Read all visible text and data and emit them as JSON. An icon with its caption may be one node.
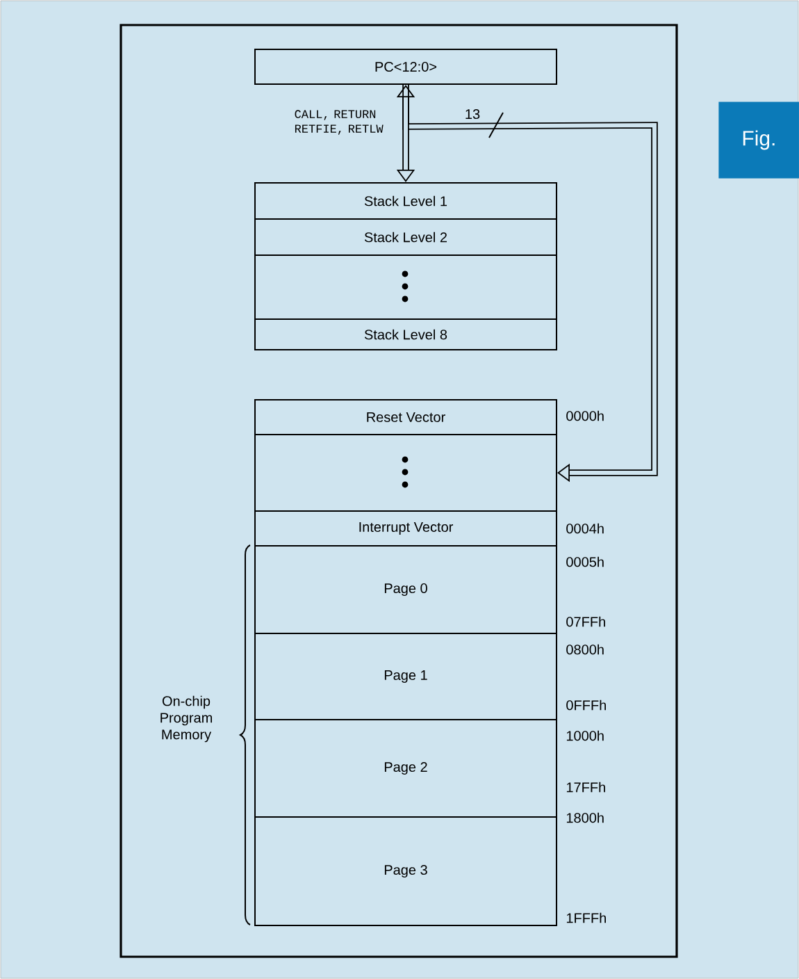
{
  "diagram": {
    "nodes": [
      {
        "text": [
          "PC<12:0>"
        ]
      },
      {
        "text": [
          "Stack Level 1"
        ]
      },
      {
        "text": [
          "Stack Level 2"
        ]
      },
      {
        "text": [],
        "shape": "box"
      },
      {
        "text": [
          "Stack Level 8"
        ]
      },
      {
        "text": [
          "Reset Vector"
        ]
      },
      {
        "text": [],
        "shape": "box"
      },
      {
        "text": [
          "Interrupt Vector"
        ]
      },
      {
        "text": [
          "Page 0"
        ]
      },
      {
        "text": [
          "Page 1"
        ]
      },
      {
        "text": [
          "Page 2"
        ]
      },
      {
        "text": [
          "Page 3"
        ]
      },
      {
        "text": [
          "Fig."
        ]
      }
    ],
    "edges": [
      {
        "from": 0,
        "to": 1,
        "arrow": "both",
        "label": "CALL, RETURN RETFIE, RETLW"
      },
      {
        "from": 0,
        "to": 6,
        "arrow": "to",
        "label": "13"
      }
    ],
    "labels": [
      "0000h",
      "0004h",
      "0005h",
      "07FFh",
      "0800h",
      "0FFFh",
      "1000h",
      "17FFh",
      "1800h",
      "1FFFh",
      "On-chip Program Memory"
    ]
  }
}
